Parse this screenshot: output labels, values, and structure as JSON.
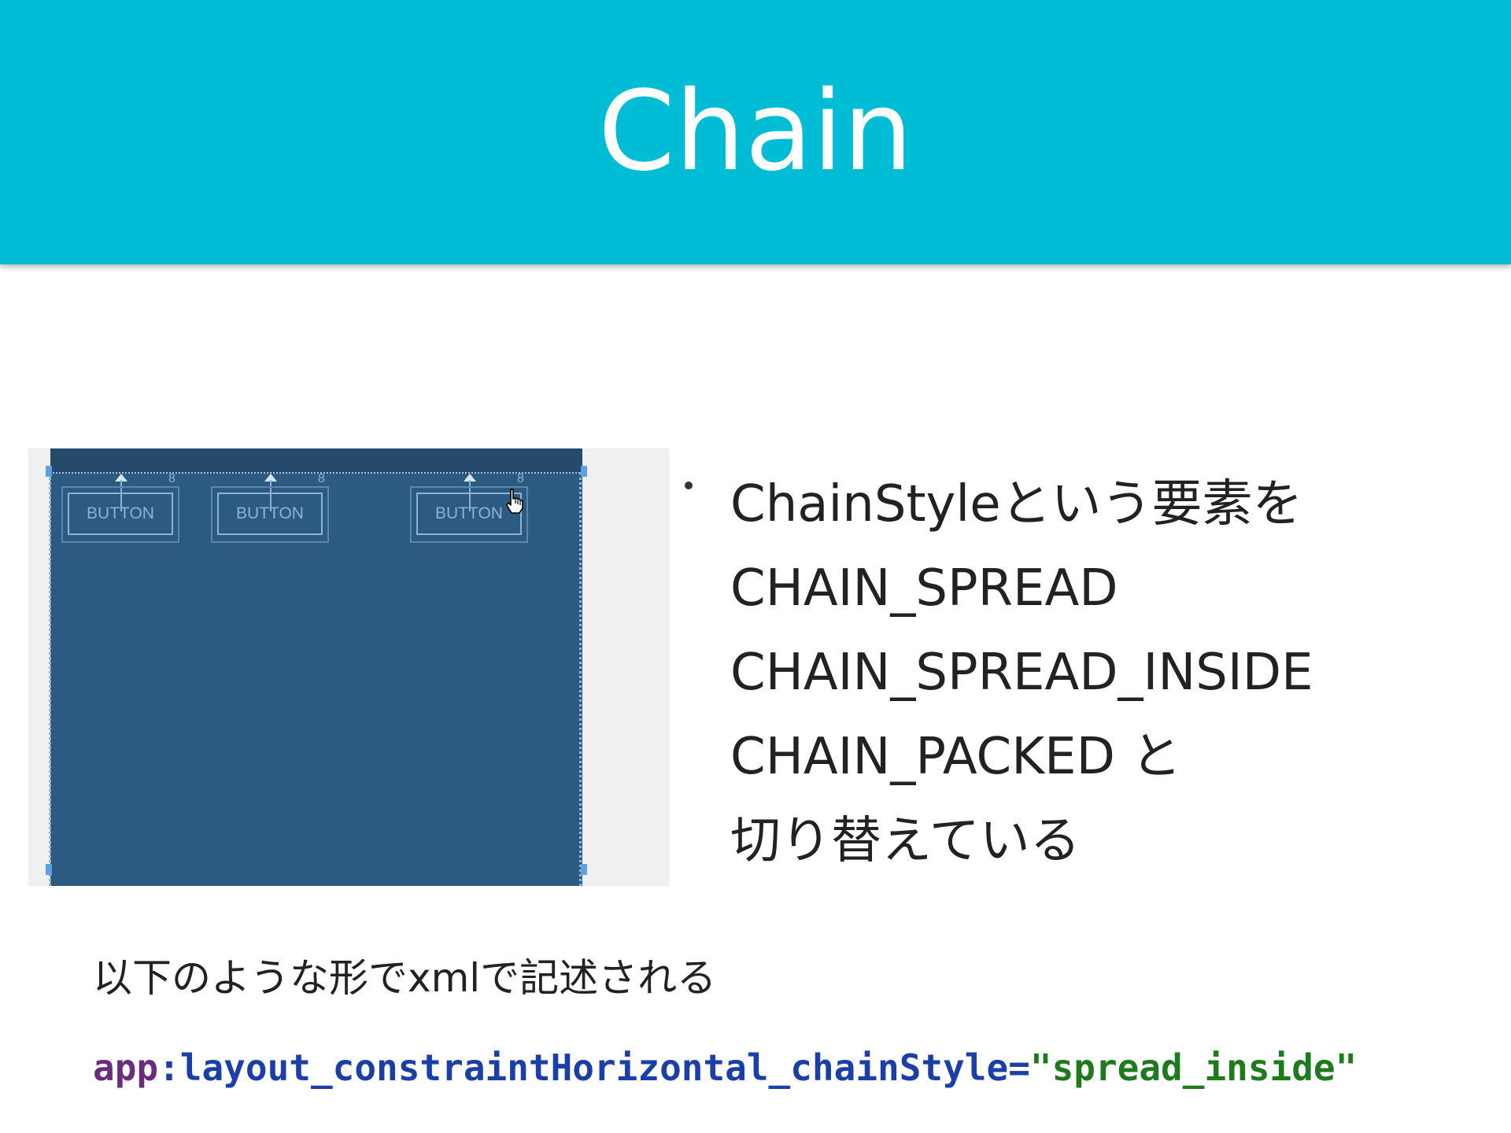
{
  "header": {
    "title": "Chain"
  },
  "editor": {
    "buttons": [
      {
        "label": "BUTTON"
      },
      {
        "label": "BUTTON"
      },
      {
        "label": "BUTTON"
      }
    ],
    "margin_label": "8",
    "colors": {
      "canvas": "#2d5a80",
      "topbar": "#254a6c",
      "outline": "#8db0d4"
    }
  },
  "bullet": {
    "lines": [
      "ChainStyleという要素を",
      "CHAIN_SPREAD",
      "CHAIN_SPREAD_INSIDE",
      "CHAIN_PACKED と",
      "切り替えている"
    ]
  },
  "caption": "以下のような形でxmlで記述される",
  "code": {
    "namespace": "app",
    "colon": ":",
    "attribute": "layout_constraintHorizontal_chainStyle",
    "equals": "=",
    "value": "\"spread_inside\""
  },
  "colors": {
    "header_bg": "#00bcd4",
    "header_text": "#ffffff",
    "body_text": "#222222",
    "code_namespace": "#6b2c7e",
    "code_attr": "#1a3fa8",
    "code_value": "#1d7a1d"
  }
}
